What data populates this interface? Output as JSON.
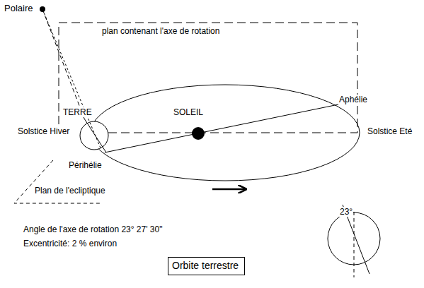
{
  "diagram": {
    "nodes": [
      {
        "text": [
          "Orbite terrestre"
        ]
      }
    ],
    "labels": [
      "Polaire",
      "plan contenant l'axe de rotation",
      "TERRE",
      "SOLEIL",
      "Aphélie",
      "Solstice Hiver",
      "Solstice Eté",
      "Périhélie",
      "Plan de l'ecliptique",
      "23°",
      "Angle de l'axe de rotation 23° 27' 30\"",
      "Excentricité: 2 % environ"
    ]
  }
}
